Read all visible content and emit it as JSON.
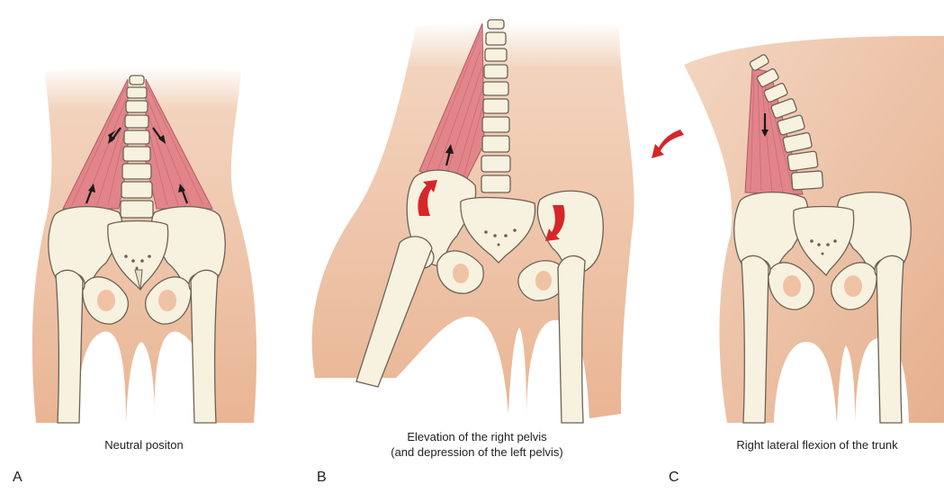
{
  "panels": [
    {
      "letter": "A",
      "caption_lines": [
        "Neutral positon"
      ]
    },
    {
      "letter": "B",
      "caption_lines": [
        "Elevation of the right pelvis",
        "(and depression of the left pelvis)"
      ]
    },
    {
      "letter": "C",
      "caption_lines": [
        "Right lateral flexion of the trunk"
      ]
    }
  ],
  "colors": {
    "skin": "#efc2a4",
    "muscle": "#e07e86",
    "bone": "#f7f1df",
    "red_arrow": "#d7262a",
    "black_arrow": "#1a1a1a"
  }
}
